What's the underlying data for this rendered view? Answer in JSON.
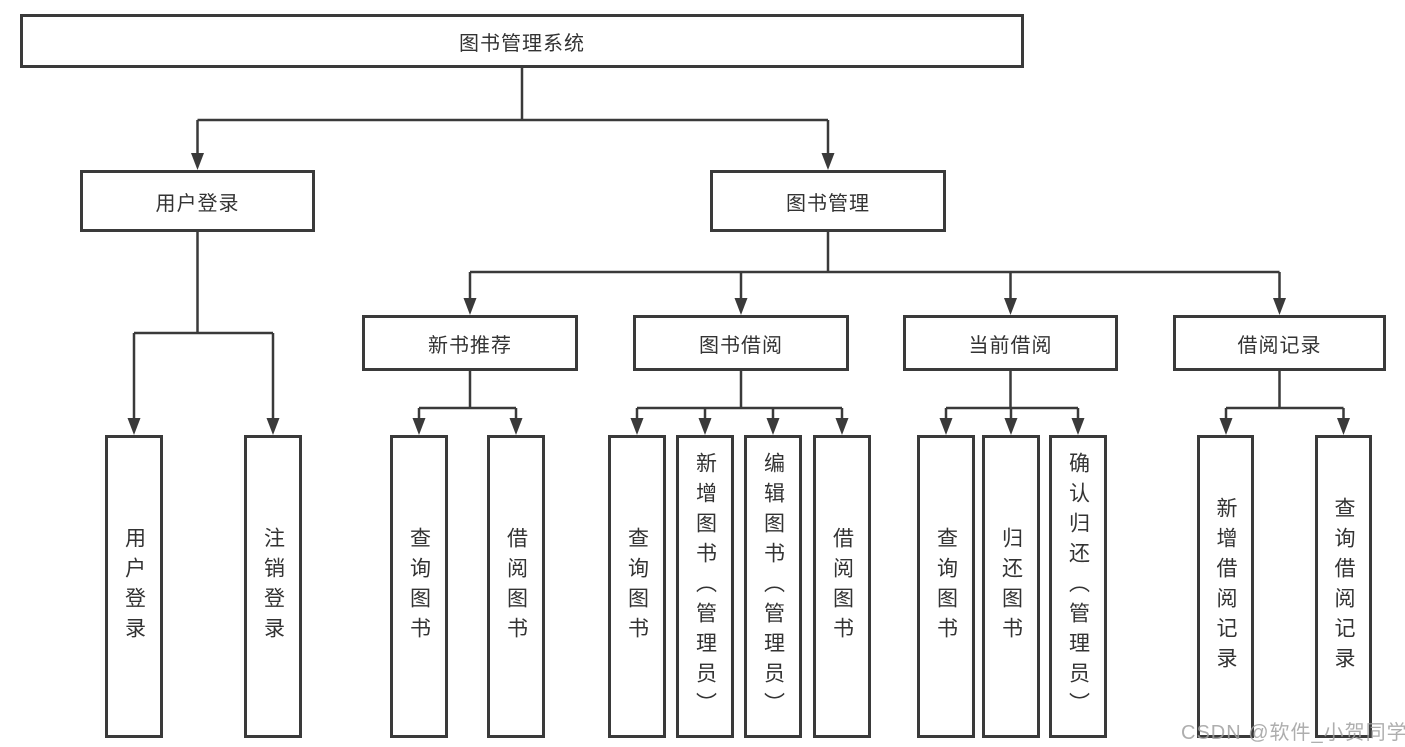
{
  "diagram": {
    "root": "图书管理系统",
    "branches": {
      "user_login": "用户登录",
      "book_management": "图书管理"
    },
    "modules": {
      "new_book": "新书推荐",
      "book_borrow": "图书借阅",
      "current_borrow": "当前借阅",
      "borrow_records": "借阅记录"
    },
    "leaves": {
      "login": "用户登录",
      "logout": "注销登录",
      "nb_query": "查询图书",
      "nb_borrow": "借阅图书",
      "bb_query": "查询图书",
      "bb_add": "新增图书（管理员）",
      "bb_edit": "编辑图书（管理员）",
      "bb_borrow": "借阅图书",
      "cb_query": "查询图书",
      "cb_return": "归还图书",
      "cb_confirm": "确认归还（管理员）",
      "br_add": "新增借阅记录",
      "br_query": "查询借阅记录"
    }
  },
  "colors": {
    "line": "#3a3a3a",
    "text": "#333333",
    "watermark": "#a0a0a0"
  },
  "watermark": "CSDN @软件_小贺同学"
}
